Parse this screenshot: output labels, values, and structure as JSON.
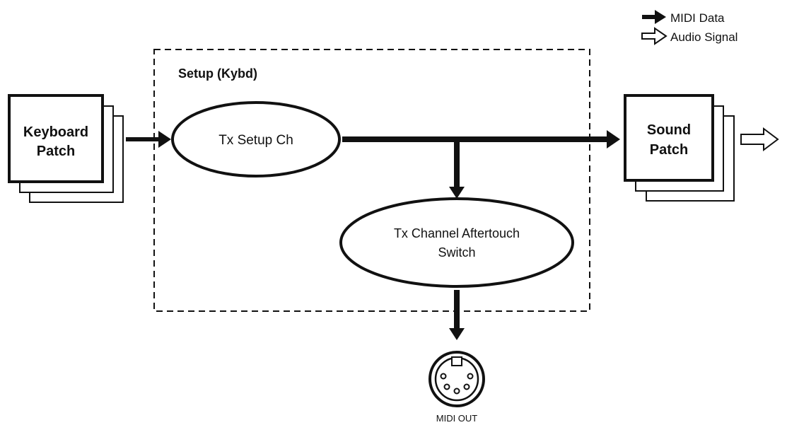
{
  "legend": {
    "midi_data": "MIDI Data",
    "audio_signal": "Audio Signal"
  },
  "setup_box": {
    "title": "Setup (Kybd)"
  },
  "keyboard_patch": {
    "line1": "Keyboard",
    "line2": "Patch"
  },
  "tx_setup_ch": {
    "label": "Tx Setup Ch"
  },
  "tx_aftertouch": {
    "line1": "Tx Channel Aftertouch",
    "line2": "Switch"
  },
  "sound_patch": {
    "line1": "Sound",
    "line2": "Patch"
  },
  "midi_out": {
    "label": "MIDI OUT"
  },
  "colors": {
    "ink": "#111111",
    "background": "#ffffff"
  }
}
